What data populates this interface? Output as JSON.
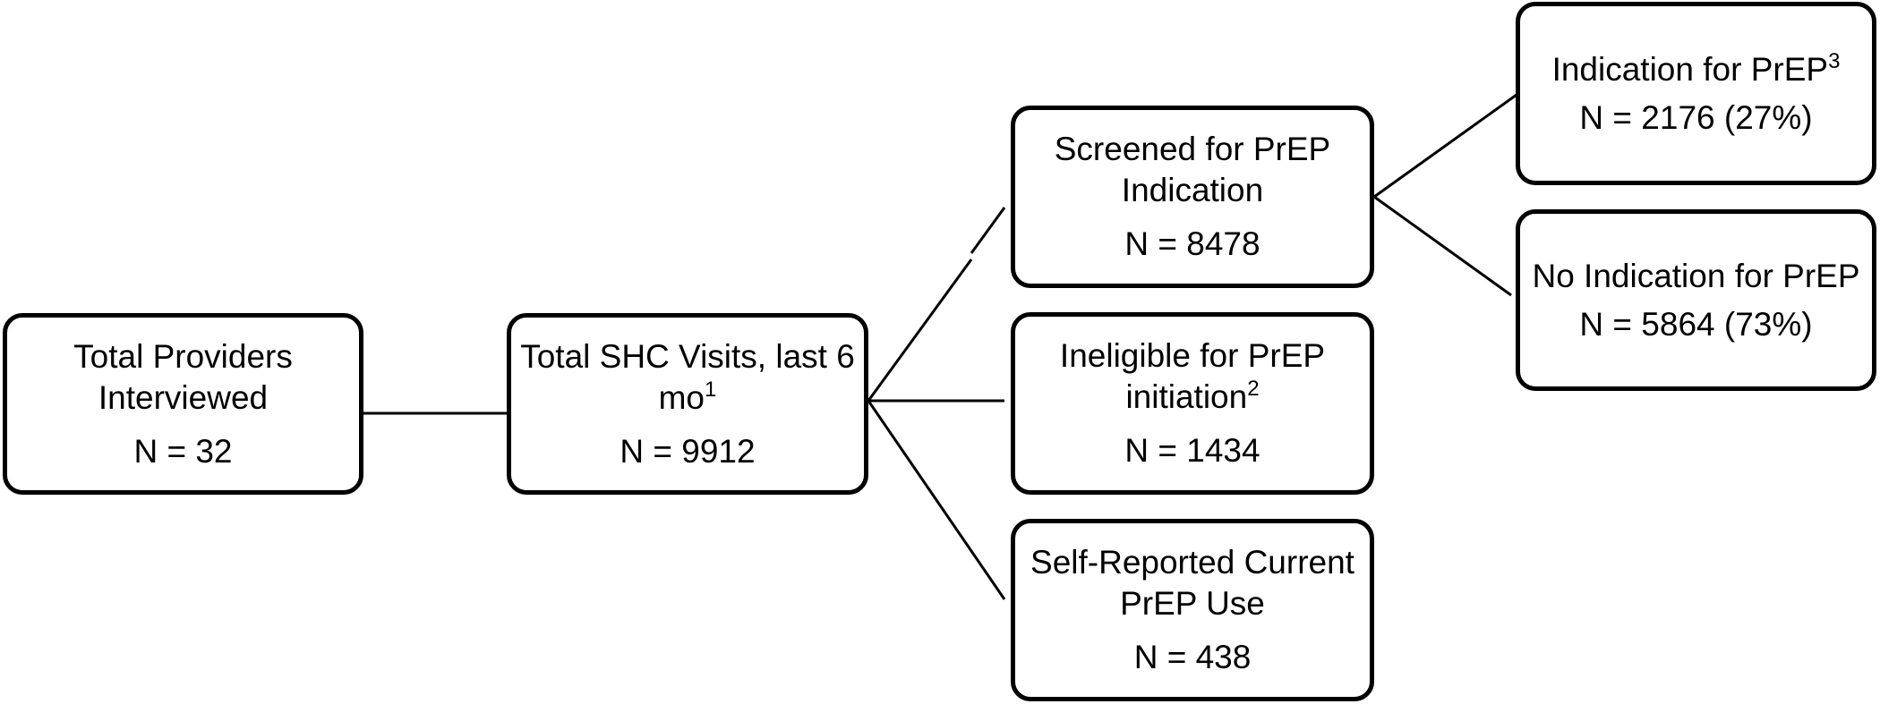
{
  "nodes": {
    "providers": {
      "label": "Total Providers Interviewed",
      "count": "N = 32"
    },
    "visits": {
      "label": "Total SHC Visits, last 6 mo",
      "sup": "1",
      "count": "N = 9912"
    },
    "screened": {
      "label": "Screened for PrEP Indication",
      "count": "N = 8478"
    },
    "ineligible": {
      "label": "Ineligible for PrEP initiation",
      "sup": "2",
      "count": "N = 1434"
    },
    "current_use": {
      "label": "Self-Reported Current PrEP Use",
      "count": "N = 438"
    },
    "indication": {
      "label": "Indication for PrEP",
      "sup": "3",
      "count": "N = 2176 (27%)"
    },
    "no_indication": {
      "label": "No Indication for PrEP",
      "count": "N = 5864 (73%)"
    }
  },
  "colors": {
    "stroke": "#000000",
    "background": "#ffffff"
  }
}
